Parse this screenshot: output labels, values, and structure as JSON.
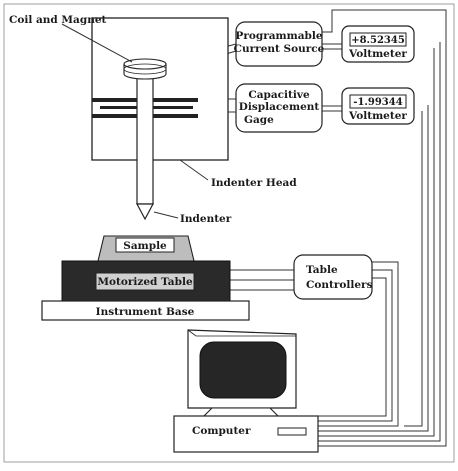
{
  "labels": {
    "coil_and_magnet": "Coil and Magnet",
    "indenter_head": "Indenter Head",
    "indenter": "Indenter",
    "sample": "Sample",
    "motorized_table": "Motorized Table",
    "instrument_base": "Instrument Base",
    "computer": "Computer"
  },
  "current_source": {
    "line1": "Programmable",
    "line2": "Current Source"
  },
  "displacement_gage": {
    "line1": "Capacitive",
    "line2": "Displacement",
    "line3": "Gage"
  },
  "table_controllers": {
    "line1": "Table",
    "line2": "Controllers"
  },
  "voltmeter_top": {
    "reading": "+8.52345",
    "label": "Voltmeter"
  },
  "voltmeter_bottom": {
    "reading": "-1.99344",
    "label": "Voltmeter"
  }
}
